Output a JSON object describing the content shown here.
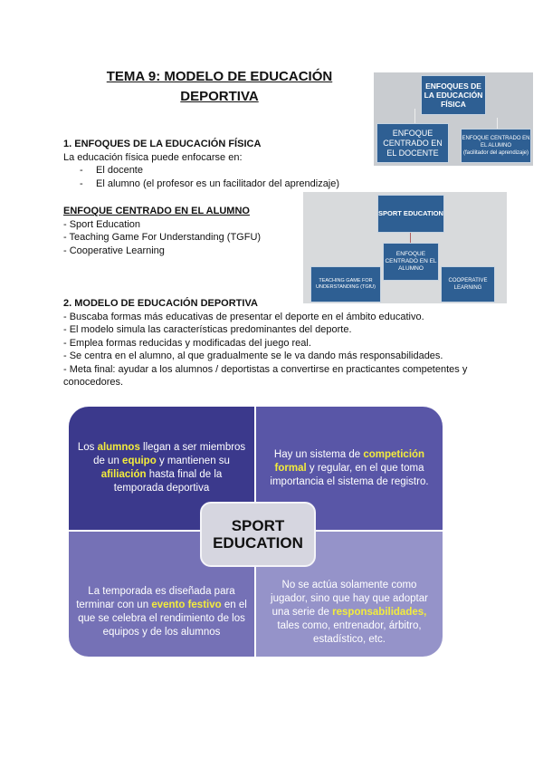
{
  "title": "TEMA 9: MODELO DE EDUCACIÓN DEPORTIVA",
  "section1": {
    "heading": "1. ENFOQUES DE LA EDUCACIÓN FÍSICA",
    "intro": "La educación física puede enfocarse en:",
    "items": [
      "El docente",
      "El alumno (el profesor es un facilitador del aprendizaje)"
    ]
  },
  "section1b": {
    "heading": "ENFOQUE CENTRADO EN EL ALUMNO",
    "items": [
      "- Sport Education",
      "- Teaching Game For Understanding (TGFU)",
      "- Cooperative Learning"
    ]
  },
  "section2": {
    "heading": "2. MODELO DE EDUCACIÓN DEPORTIVA",
    "items": [
      "- Buscaba formas más educativas de presentar el deporte en el ámbito educativo.",
      "- El modelo simula las características predominantes del deporte.",
      "- Emplea formas reducidas y modificadas del juego real.",
      "- Se centra en el alumno, al que gradualmente se le va dando más responsabilidades.",
      "- Meta final: ayudar a los alumnos / deportistas a convertirse en practicantes competentes y conocedores."
    ]
  },
  "diagram1": {
    "root": "ENFOQUES DE LA EDUCACIÓN FÍSICA",
    "left": "ENFOQUE CENTRADO EN EL DOCENTE",
    "right": "ENFOQUE CENTRADO EN EL ALUMNO",
    "right_sub": "(facilitador del aprendizaje)"
  },
  "diagram2": {
    "top": "SPORT EDUCATION",
    "center": "ENFOQUE CENTRADO EN EL ALUMNO",
    "left": "TEACHING GAME FOR UNDERSTANDING (TGfU)",
    "right": "COOPERATIVE LEARNING"
  },
  "sport_education": {
    "center": "SPORT EDUCATION",
    "quadrants": [
      [
        {
          "t": "Los "
        },
        {
          "t": "alumnos",
          "hl": true
        },
        {
          "t": " llegan a ser miembros de un "
        },
        {
          "t": "equipo",
          "hl": true
        },
        {
          "t": " y mantienen su "
        },
        {
          "t": "afiliación",
          "hl": true
        },
        {
          "t": " hasta final de la temporada deportiva"
        }
      ],
      [
        {
          "t": "Hay un sistema de "
        },
        {
          "t": "competición formal",
          "hl": true
        },
        {
          "t": " y regular, en el que toma importancia el sistema de registro."
        }
      ],
      [
        {
          "t": "La temporada es diseñada para terminar con un "
        },
        {
          "t": "evento festivo",
          "hl": true
        },
        {
          "t": " en el que se celebra el rendimiento de los equipos y de los alumnos"
        }
      ],
      [
        {
          "t": "No se actúa solamente como jugador, sino que hay que adoptar una serie de "
        },
        {
          "t": "responsabilidades,",
          "hl": true
        },
        {
          "t": " tales como, entrenador, árbitro, estadístico, etc."
        }
      ]
    ],
    "colors": [
      "#3b398c",
      "#5956a7",
      "#7571b6",
      "#9593c9"
    ],
    "highlight": "#f3ec3c"
  }
}
